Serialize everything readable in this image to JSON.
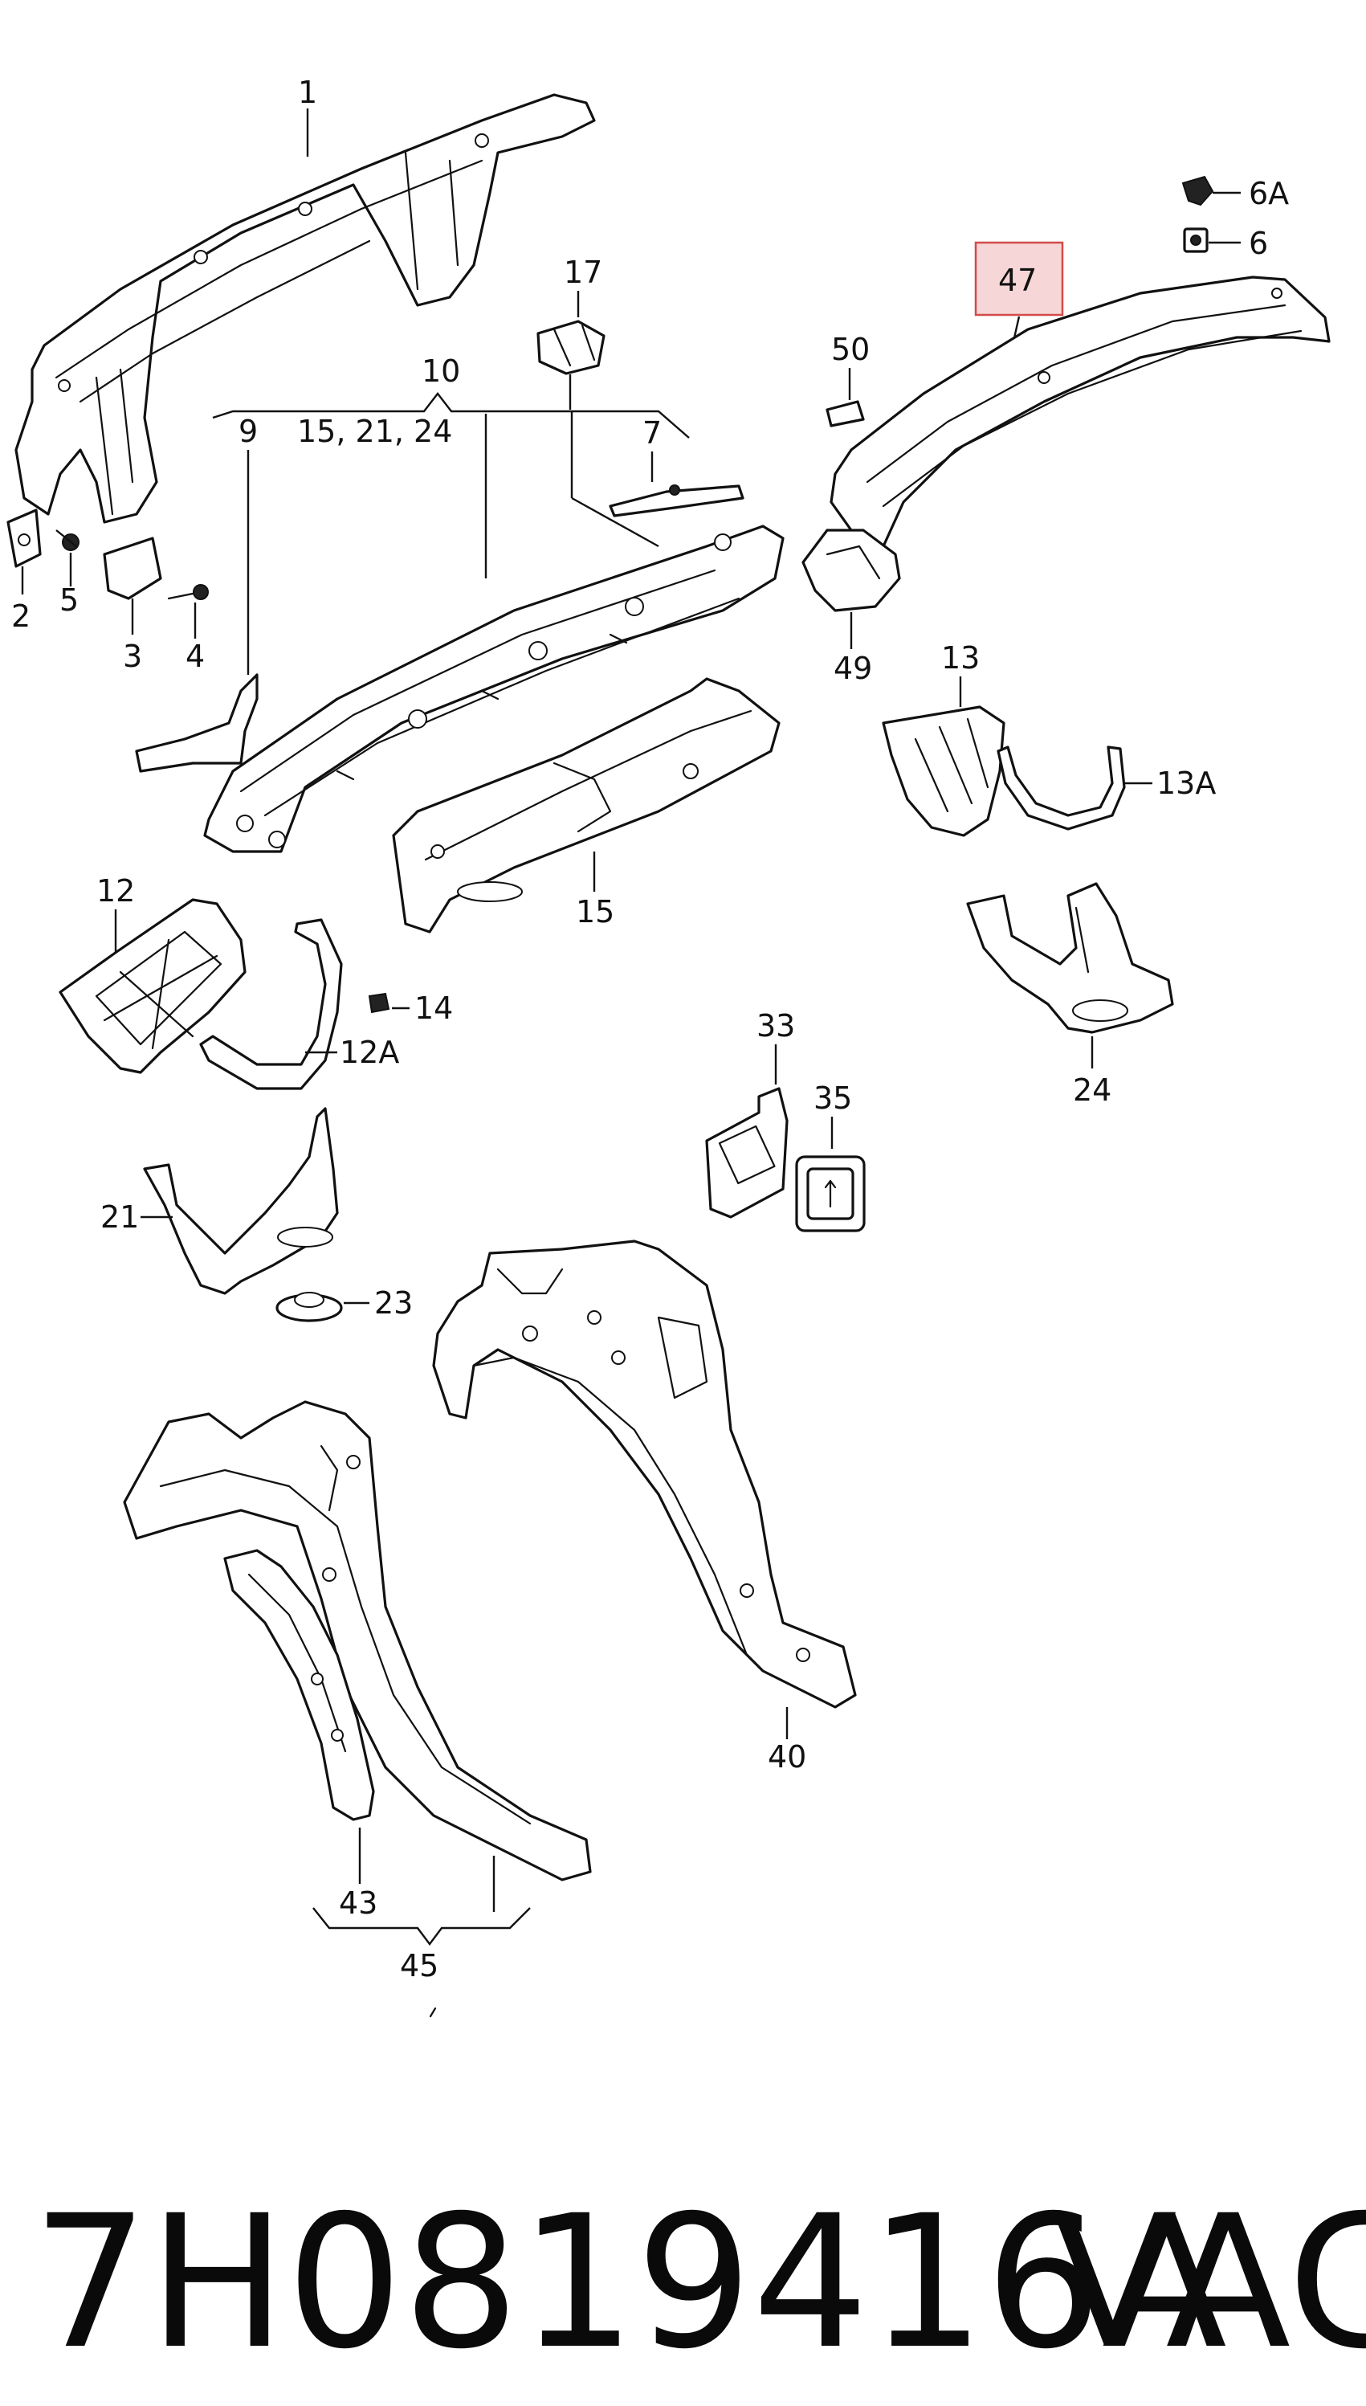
{
  "diagram": {
    "labels": {
      "p1": "1",
      "p2": "2",
      "p3": "3",
      "p4": "4",
      "p5": "5",
      "p6": "6",
      "p6a": "6A",
      "p7": "7",
      "p9": "9",
      "p10": "10",
      "p12": "12",
      "p12a": "12A",
      "p13": "13",
      "p13a": "13A",
      "p14": "14",
      "p15": "15",
      "p15_21_24": "15, 21, 24",
      "p17": "17",
      "p21": "21",
      "p23": "23",
      "p24": "24",
      "p33": "33",
      "p35": "35",
      "p40": "40",
      "p43": "43",
      "p45": "45",
      "p47": "47",
      "p49": "49",
      "p50": "50"
    },
    "highlighted_part": "47",
    "highlight_color": "#d44a4a"
  },
  "caption": {
    "part_number": "7H0819416A",
    "brand": "VAG"
  }
}
